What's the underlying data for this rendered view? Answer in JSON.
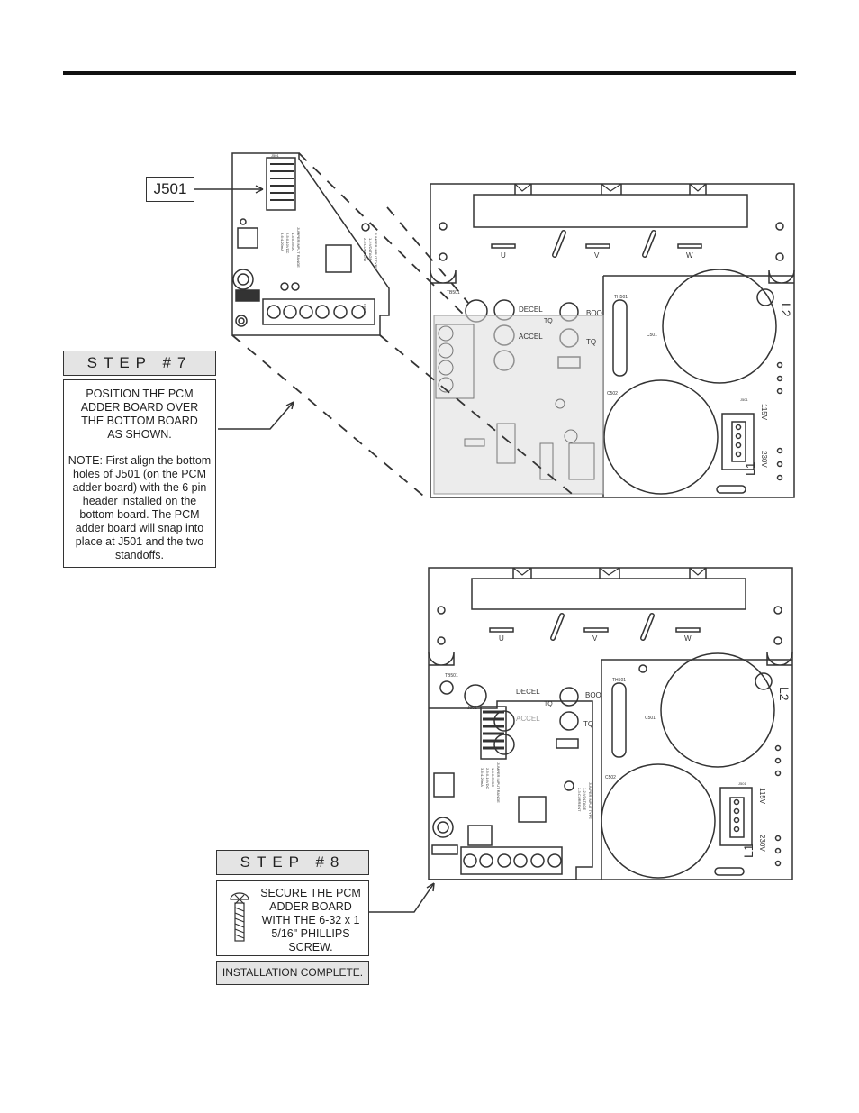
{
  "callout": {
    "connector_label": "J501"
  },
  "step7": {
    "header": "STEP #7",
    "instruction": "POSITION THE PCM ADDER BOARD OVER THE BOTTOM BOARD AS SHOWN.",
    "note": "NOTE:  First align the bottom holes of J501 (on the PCM adder board) with the 6 pin header installed on the bottom board.  The PCM adder board will snap into place at J501 and the two standoffs."
  },
  "step8": {
    "header": "STEP #8",
    "instruction": "SECURE THE PCM ADDER BOARD WITH THE 6-32 x 1 5/16\" PHILLIPS SCREW.",
    "completion": "INSTALLATION COMPLETE."
  },
  "board_labels": {
    "phase_u": "U",
    "phase_v": "V",
    "phase_w": "W",
    "decel": "DECEL",
    "accel": "ACCEL",
    "torque": "TQ",
    "boost": "BOO",
    "terminal_l1": "L1",
    "terminal_l2": "L2",
    "voltage_115": "115V",
    "voltage_230": "230V",
    "terminal_block": "TB501",
    "connector_j501": "J501",
    "thermistor": "TH501",
    "cap_c501": "C501",
    "cap_c502": "C502",
    "jumper_input_type": "JUMPER INPUT TYPE",
    "input_voltage": "1-2:VOLTAGE",
    "input_current": "2-3:CURRENT",
    "jumper_input_range": "JUMPER INPUT RANGE",
    "range_1": "1-4:0-5VDC",
    "range_2": "2-5:0-10VDC",
    "range_3": "3-6:4-20mA"
  },
  "colors": {
    "rule": "#111111",
    "header_fill": "#e4e4e4",
    "board_line": "#333333",
    "overlay": "#cccccc"
  }
}
